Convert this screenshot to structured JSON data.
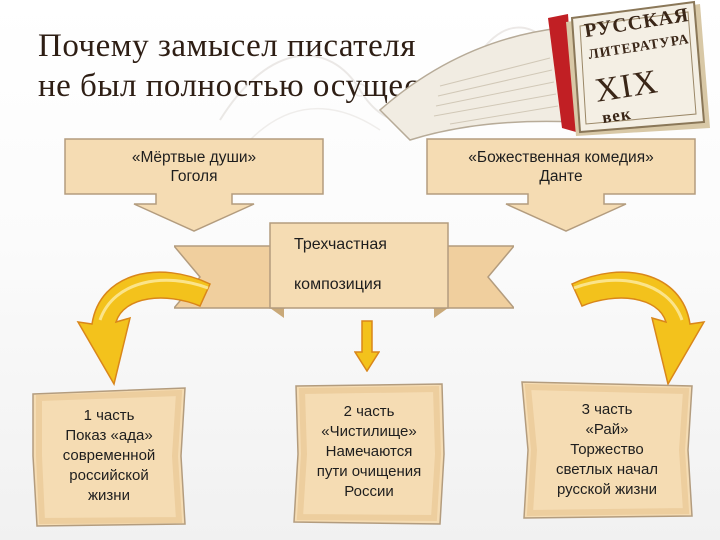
{
  "title": {
    "line1": "Почему замысел писателя",
    "line2": "не был полностью осуществлён?"
  },
  "book": {
    "line1": "РУССКАЯ",
    "line2": "ЛИТЕРАТУРА",
    "line3": "XIX",
    "line4": "век"
  },
  "sources": {
    "left": {
      "line1": "«Мёртвые души»",
      "line2": "Гоголя"
    },
    "right": {
      "line1": "«Божественная комедия»",
      "line2": "Данте"
    }
  },
  "center": {
    "line1": "Трехчастная",
    "line2": "композиция"
  },
  "parts": [
    {
      "lines": [
        "1 часть",
        "Показ «ада»",
        "современной",
        "российской",
        "жизни"
      ]
    },
    {
      "lines": [
        "2 часть",
        "«Чистилище»",
        "Намечаются",
        "пути очищения",
        "России"
      ]
    },
    {
      "lines": [
        "3 часть",
        "«Рай»",
        "Торжество",
        "светлых начал",
        "русской жизни"
      ]
    }
  ],
  "colors": {
    "box_fill": "#f5dcb3",
    "box_stroke": "#b39c7e",
    "arrow_yellow": "#f3c21c",
    "arrow_edge": "#d9861a",
    "title": "#2e1e14"
  }
}
